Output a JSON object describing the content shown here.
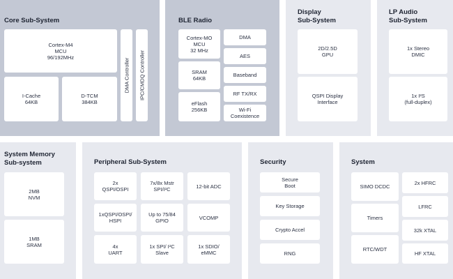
{
  "core": {
    "title": "Core Sub-System",
    "cortex_m4": "Cortex-M4\nMCU\n96/192MHz",
    "icache": "I-Cache\n64KB",
    "dtcm": "D-TCM\n384KB",
    "dma_controller": "DMA Controller",
    "ipc_controller": "IPC/CMDQ Controller"
  },
  "ble": {
    "title": "BLE Radio",
    "cortex_m0": "Cortex-MO\nMCU\n32 MHz",
    "sram": "SRAM\n64KB",
    "eflash": "eFlash\n256KB",
    "dma": "DMA",
    "aes": "AES",
    "baseband": "Baseband",
    "rf": "RF TX/RX",
    "wifi": "Wi-Fi\nCoexistence"
  },
  "display": {
    "title": "Display\nSub-System",
    "gpu": "2D/2.5D\nGPU",
    "qspi_display": "QSPI Display\nInterface"
  },
  "audio": {
    "title": "LP Audio\nSub-System",
    "dmic": "1x Stereo\nDMIC",
    "i2s": "1x I²S\n(full-duplex)"
  },
  "memory": {
    "title": "System Memory\nSub-system",
    "nvm": "2MB\nNVM",
    "sram": "1MB\nSRAM"
  },
  "peripheral": {
    "title": "Peripheral Sub-System",
    "cells": [
      "2x\nQSPI/OSPI",
      "7x/8x Mstr\nSPI/I²C",
      "12-bit ADC",
      "1xQSPI/OSPI/\nHSPI",
      "Up to 75/84\nGPIO",
      "VCOMP",
      "4x\nUART",
      "1x SPI/ I²C\nSlave",
      "1x SDIO/\neMMC"
    ]
  },
  "security": {
    "title": "Security",
    "items": [
      "Secure\nBoot",
      "Key Storage",
      "Crypto Accel",
      "RNG"
    ]
  },
  "system": {
    "title": "System",
    "simo": "SIMO DCDC",
    "timers": "Timers",
    "rtc": "RTC/WDT",
    "hfrc": "2x HFRC",
    "lfrc": "LFRC",
    "xtal32k": "32k XTAL",
    "hfxtal": "HF XTAL"
  }
}
